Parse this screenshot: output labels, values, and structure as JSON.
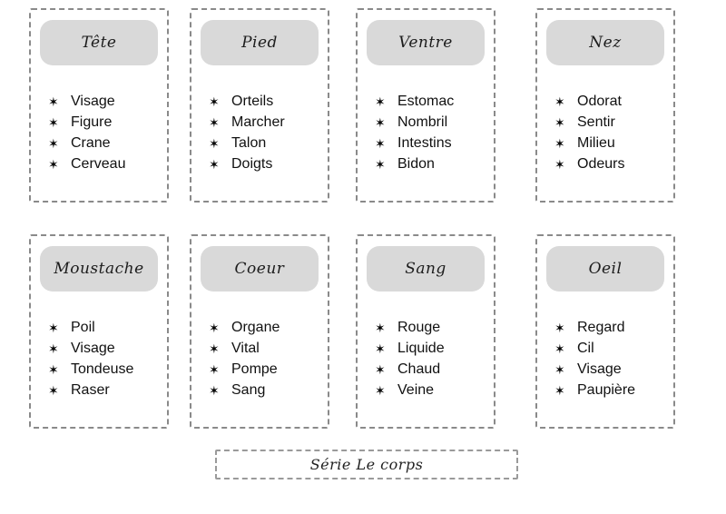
{
  "colors": {
    "card_border": "#8a8a8a",
    "header_fill": "#d9d9d9",
    "text": "#111111",
    "background": "#ffffff"
  },
  "icons": {
    "bullet": "✶"
  },
  "cards": [
    {
      "title": "Tête",
      "items": [
        "Visage",
        "Figure",
        "Crane",
        "Cerveau"
      ]
    },
    {
      "title": "Pied",
      "items": [
        "Orteils",
        "Marcher",
        "Talon",
        "Doigts"
      ]
    },
    {
      "title": "Ventre",
      "items": [
        "Estomac",
        "Nombril",
        "Intestins",
        "Bidon"
      ]
    },
    {
      "title": "Nez",
      "items": [
        "Odorat",
        "Sentir",
        "Milieu",
        "Odeurs"
      ]
    },
    {
      "title": "Moustache",
      "items": [
        "Poil",
        "Visage",
        "Tondeuse",
        "Raser"
      ]
    },
    {
      "title": "Coeur",
      "items": [
        "Organe",
        "Vital",
        "Pompe",
        "Sang"
      ]
    },
    {
      "title": "Sang",
      "items": [
        "Rouge",
        "Liquide",
        "Chaud",
        "Veine"
      ]
    },
    {
      "title": "Oeil",
      "items": [
        "Regard",
        "Cil",
        "Visage",
        "Paupière"
      ]
    }
  ],
  "footer": {
    "series_label": "Série Le corps"
  }
}
